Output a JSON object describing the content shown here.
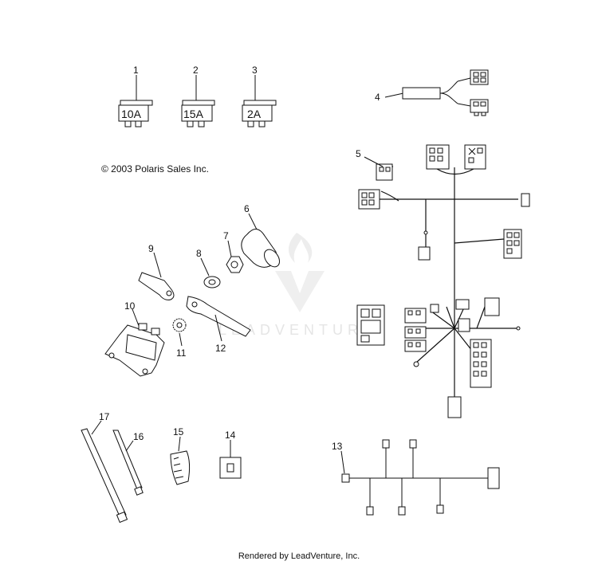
{
  "copyright": "© 2003 Polaris Sales Inc.",
  "footer": "Rendered by LeadVenture, Inc.",
  "watermark": "LEADVENTURE",
  "fuses": [
    {
      "number": "1",
      "rating": "10A"
    },
    {
      "number": "2",
      "rating": "15A"
    },
    {
      "number": "3",
      "rating": "2A"
    }
  ],
  "callouts": {
    "c4": "4",
    "c5": "5",
    "c6": "6",
    "c7": "7",
    "c8": "8",
    "c9": "9",
    "c10": "10",
    "c11": "11",
    "c12": "12",
    "c13": "13",
    "c14": "14",
    "c15": "15",
    "c16": "16",
    "c17": "17"
  }
}
